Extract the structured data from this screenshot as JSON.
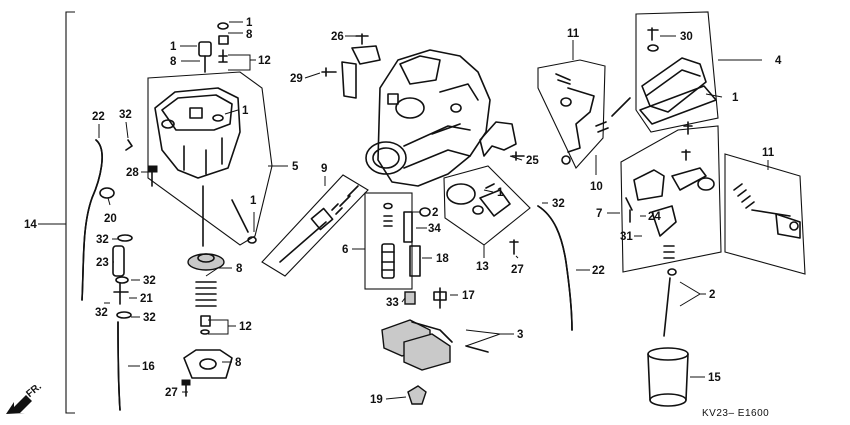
{
  "diagram": {
    "code": "KV23– E1600",
    "front_label": "FR.",
    "labels": [
      "1",
      "8",
      "1",
      "8",
      "12",
      "26",
      "29",
      "11",
      "30",
      "4",
      "1",
      "22",
      "32",
      "1",
      "5",
      "28",
      "9",
      "1",
      "25",
      "10",
      "11",
      "1",
      "2",
      "32",
      "20",
      "24",
      "7",
      "32",
      "6",
      "34",
      "13",
      "31",
      "23",
      "32",
      "18",
      "22",
      "21",
      "27",
      "8",
      "2",
      "32",
      "32",
      "33",
      "17",
      "12",
      "3",
      "16",
      "8",
      "15",
      "27",
      "19",
      "14"
    ]
  }
}
